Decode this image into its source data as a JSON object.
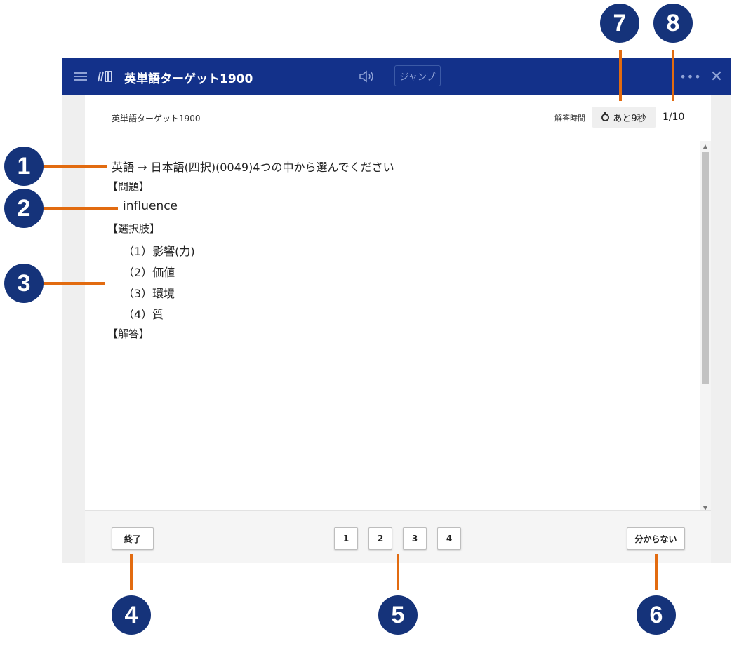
{
  "app": {
    "title": "英単語ターゲット1900",
    "jump_label": "ジャンプ",
    "icons": [
      "menu-icon",
      "book-icon",
      "speaker-icon",
      "more-icon",
      "close-icon"
    ]
  },
  "header": {
    "book_label": "英単語ターゲット1900",
    "time_label": "解答時間",
    "timer_text": "あと9秒",
    "counter": "1/10"
  },
  "question": {
    "instruction": "英語 → 日本語(四択)(0049)4つの中から選んでください",
    "problem_heading": "【問題】",
    "word": "influence",
    "choices_heading": "【選択肢】",
    "choices": [
      "（1）影響(力)",
      "（2）価値",
      "（3）環境",
      "（4）質"
    ],
    "answer_heading": "【解答】"
  },
  "footer": {
    "end_label": "終了",
    "choice_buttons": [
      "1",
      "2",
      "3",
      "4"
    ],
    "unknown_label": "分からない"
  },
  "callouts": [
    "1",
    "2",
    "3",
    "4",
    "5",
    "6",
    "7",
    "8"
  ],
  "colors": {
    "titlebar": "#13318a",
    "badge": "#15337a",
    "callout_line": "#e26b10"
  }
}
